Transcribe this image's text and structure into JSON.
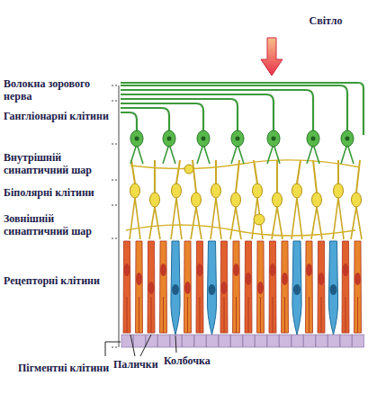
{
  "diagram": {
    "labels": [
      "Світло",
      "Волокна зорового нерва",
      "Гангліонарні клітини",
      "Внутрішній синаптичний шар",
      "Біполярні клітини",
      "Зовнішній синаптичний шар",
      "Рецепторні клітини",
      "Пігментні клітини",
      "Палички",
      "Колбочка"
    ]
  }
}
